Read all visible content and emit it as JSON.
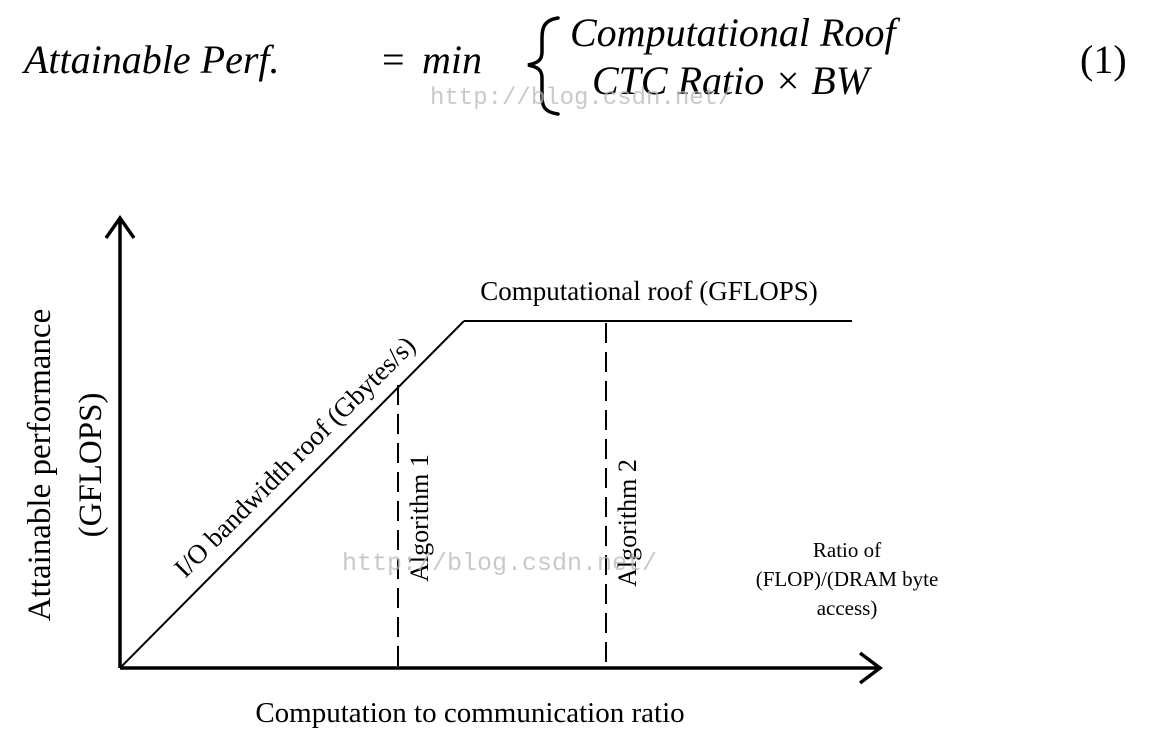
{
  "equation": {
    "lhs": "Attainable Perf.",
    "equals": "=",
    "func": "min",
    "case_top": "Computational Roof",
    "case_bottom": "CTC Ratio × BW",
    "number": "(1)"
  },
  "watermarks": {
    "top": "http://blog.csdn.net/",
    "middle": "http://blog.csdn.net/"
  },
  "diagram": {
    "y_axis_label_line1": "Attainable performance",
    "y_axis_label_line2": "(GFLOPS)",
    "x_axis_label": "Computation to communication ratio",
    "slope_label": "I/O bandwidth roof (Gbytes/s)",
    "roof_label": "Computational roof (GFLOPS)",
    "algorithm1_label": "Algorithm 1",
    "algorithm2_label": "Algorithm 2",
    "x_note_line1": "Ratio of",
    "x_note_line2": "(FLOP)/(DRAM byte",
    "x_note_line3": "access)"
  }
}
